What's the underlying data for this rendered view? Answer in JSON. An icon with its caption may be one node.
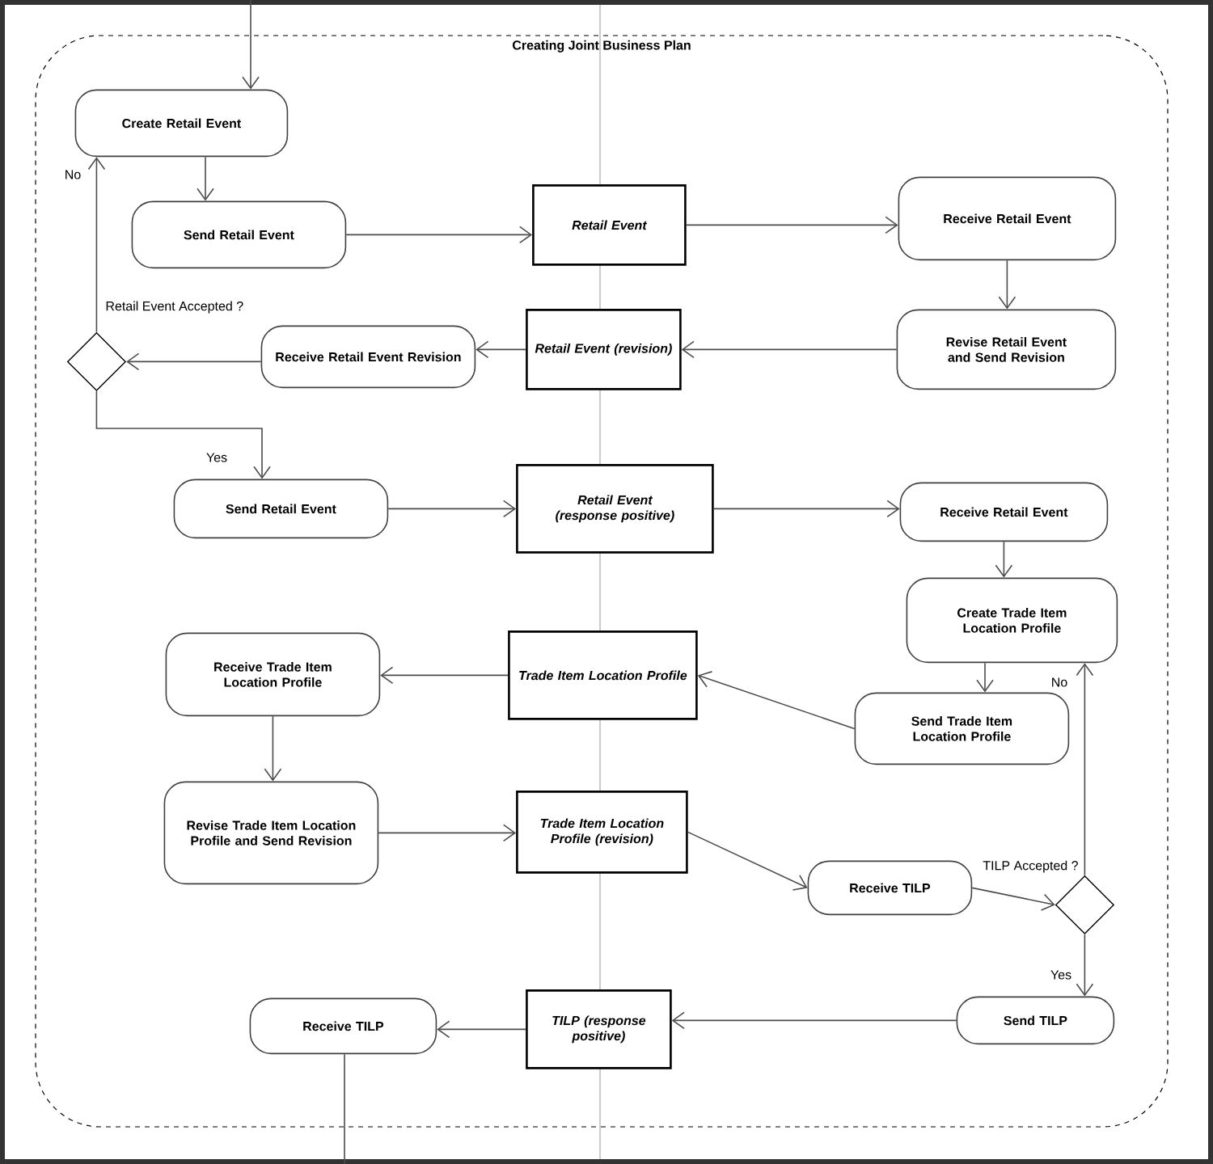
{
  "diagram": {
    "nodes": [
      {
        "text": [
          "Creating Joint Business Plan"
        ]
      },
      {
        "text": [
          "Create Retail Event"
        ],
        "in": 0
      },
      {
        "text": [
          "Send Retail Event"
        ],
        "in": 0
      },
      {
        "text": [
          "Retail Event"
        ],
        "in": 0
      },
      {
        "text": [
          "Receive Retail Event"
        ],
        "in": 0
      },
      {
        "text": [
          "Revise Retail Event and Send Revision"
        ],
        "in": 0
      },
      {
        "text": [
          "Retail Event (revision)"
        ],
        "in": 0
      },
      {
        "text": [
          "Receive Retail Event Revision"
        ],
        "in": 0
      },
      {
        "text": [],
        "shape": "diamond",
        "beside": [
          "Retail Event Accepted ?"
        ],
        "in": 0
      },
      {
        "text": [
          "Send Retail Event"
        ],
        "in": 0
      },
      {
        "text": [
          "Retail Event (response positive)"
        ],
        "in": 0
      },
      {
        "text": [
          "Receive Retail Event"
        ],
        "in": 0
      },
      {
        "text": [
          "Create Trade Item Location Profile"
        ],
        "in": 0
      },
      {
        "text": [
          "Trade Item Location Profile"
        ],
        "in": 0
      },
      {
        "text": [
          "Send Trade Item Location Profile"
        ],
        "in": 0
      },
      {
        "text": [
          "Receive Trade Item Location Profile"
        ],
        "in": 0
      },
      {
        "text": [
          "Revise Trade Item Location Profile and Send Revision"
        ],
        "in": 0
      },
      {
        "text": [
          "Trade Item Location Profile (revision)"
        ],
        "in": 0
      },
      {
        "text": [
          "Receive TILP"
        ],
        "in": 0
      },
      {
        "text": [],
        "shape": "diamond",
        "beside": [
          "TILP Accepted ?"
        ],
        "in": 0
      },
      {
        "text": [
          "Send TILP"
        ],
        "in": 0
      },
      {
        "text": [
          "TILP (response positive)"
        ],
        "in": 0
      },
      {
        "text": [
          "Receive TILP"
        ],
        "in": 0
      }
    ],
    "edges": [
      {
        "from": null,
        "to": 1,
        "arrow": "to"
      },
      {
        "from": 1,
        "to": 2,
        "arrow": "to"
      },
      {
        "from": 2,
        "to": 3,
        "arrow": "to"
      },
      {
        "from": 3,
        "to": 4,
        "arrow": "to"
      },
      {
        "from": 4,
        "to": 5,
        "arrow": "to"
      },
      {
        "from": 5,
        "to": 6,
        "arrow": "to"
      },
      {
        "from": 6,
        "to": 7,
        "arrow": "to"
      },
      {
        "from": 7,
        "to": 8,
        "arrow": "to"
      },
      {
        "from": 8,
        "to": 1,
        "arrow": "to",
        "label": "No"
      },
      {
        "from": 8,
        "to": 9,
        "arrow": "to",
        "label": "Yes"
      },
      {
        "from": 9,
        "to": 10,
        "arrow": "to"
      },
      {
        "from": 10,
        "to": 11,
        "arrow": "to"
      },
      {
        "from": 11,
        "to": 12,
        "arrow": "to"
      },
      {
        "from": 12,
        "to": 14,
        "arrow": "to"
      },
      {
        "from": 14,
        "to": 13,
        "arrow": "to"
      },
      {
        "from": 13,
        "to": 15,
        "arrow": "to"
      },
      {
        "from": 15,
        "to": 16,
        "arrow": "to"
      },
      {
        "from": 16,
        "to": 17,
        "arrow": "to"
      },
      {
        "from": 17,
        "to": 18,
        "arrow": "to"
      },
      {
        "from": 18,
        "to": 19,
        "arrow": "to"
      },
      {
        "from": 19,
        "to": 12,
        "arrow": "to",
        "label": "No"
      },
      {
        "from": 19,
        "to": 20,
        "arrow": "to",
        "label": "Yes"
      },
      {
        "from": 20,
        "to": 21,
        "arrow": "to"
      },
      {
        "from": 21,
        "to": 22,
        "arrow": "to"
      },
      {
        "from": 22,
        "to": null,
        "arrow": "none"
      }
    ]
  }
}
